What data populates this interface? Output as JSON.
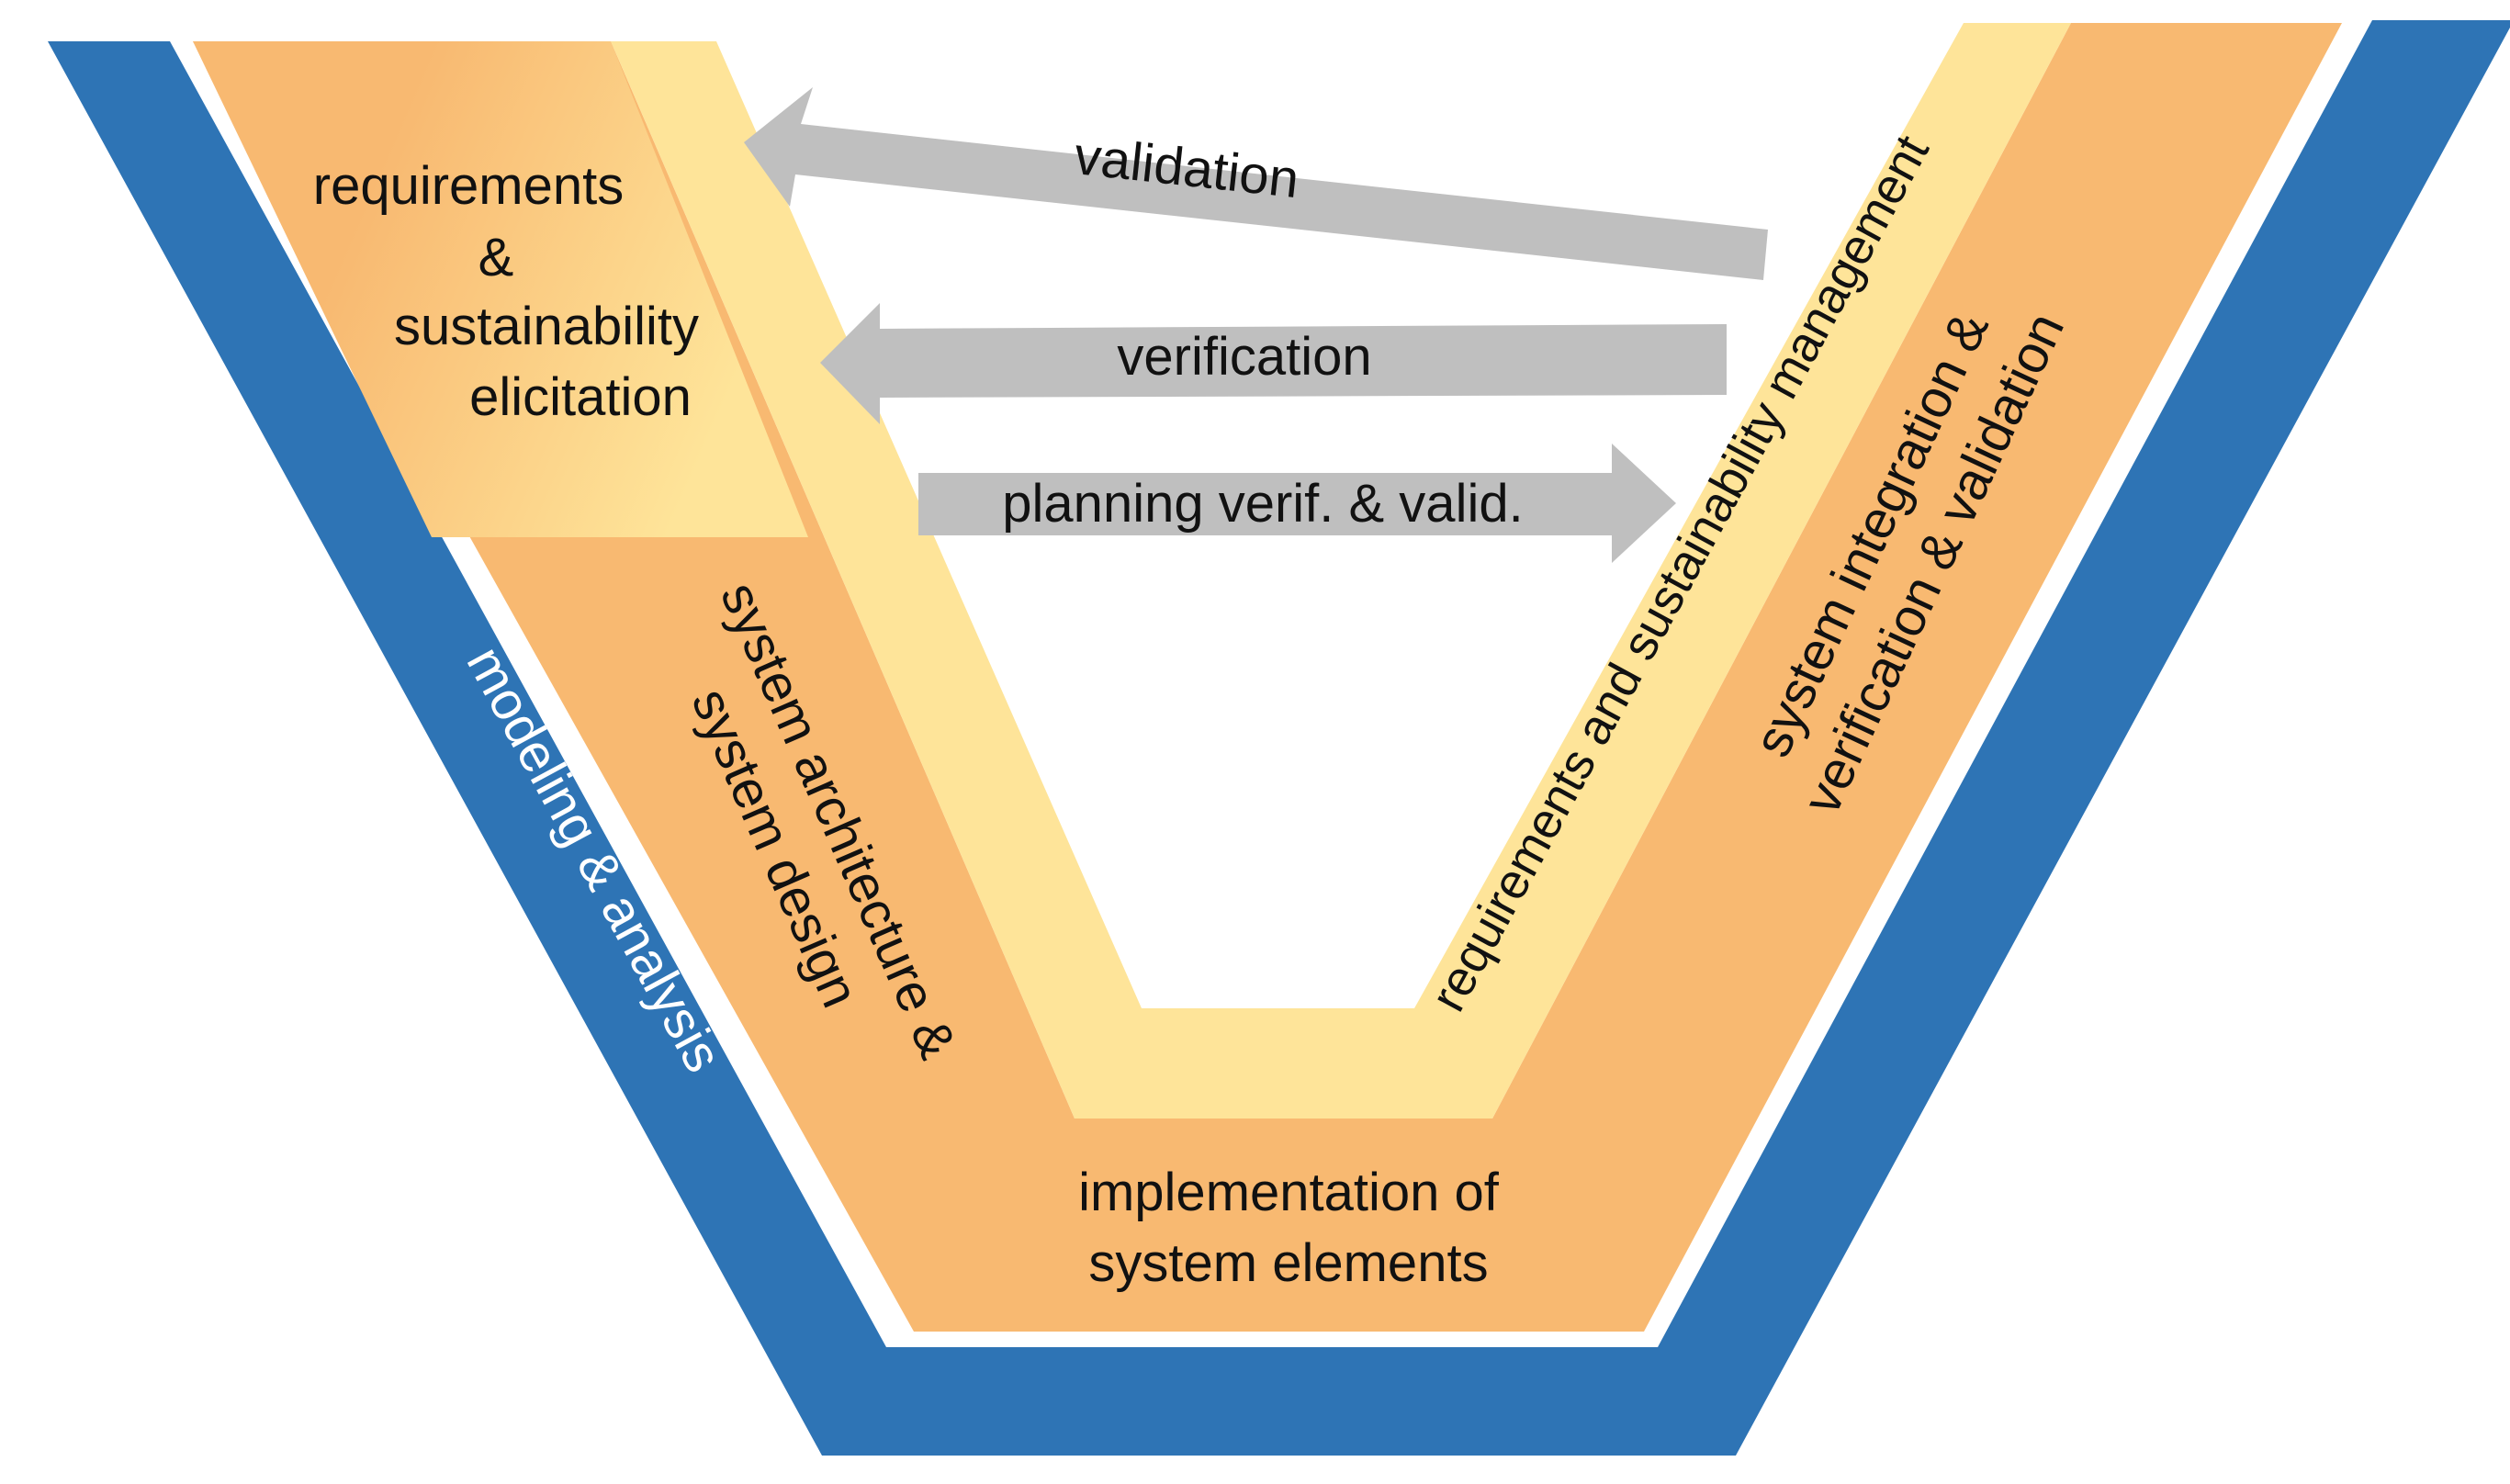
{
  "labels": {
    "requirements_line1": "requirements",
    "requirements_line2": "&",
    "requirements_line3": "sustainability",
    "requirements_line4": "elicitation",
    "architecture_line1": "system architecture &",
    "architecture_line2": "system design",
    "implementation_line1": "implementation of",
    "implementation_line2": "system elements",
    "integration_line1": "system integration &",
    "integration_line2": "verification & validation",
    "management": "requirements and sustainability management",
    "modeling": "modeling & analysis"
  },
  "arrows": {
    "validation": "validation",
    "verification": "verification",
    "planning": "planning verif. & valid."
  },
  "colors": {
    "outer_band": "#2e74b5",
    "orange_band": "#f8b971",
    "yellow_band": "#fee499",
    "arrow": "#bfbfbf",
    "modeling_text": "#ffffff"
  }
}
